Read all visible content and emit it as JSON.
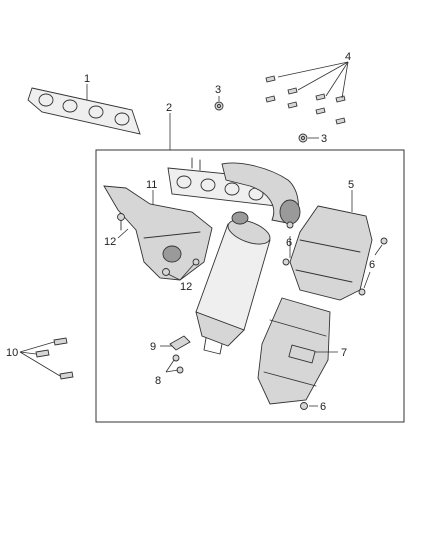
{
  "callouts": {
    "c1": "1",
    "c2": "2",
    "c3a": "3",
    "c3b": "3",
    "c4": "4",
    "c5": "5",
    "c6a": "6",
    "c6b": "6",
    "c6c": "6",
    "c7": "7",
    "c8": "8",
    "c9": "9",
    "c10": "10",
    "c11": "11",
    "c12a": "12",
    "c12b": "12"
  }
}
